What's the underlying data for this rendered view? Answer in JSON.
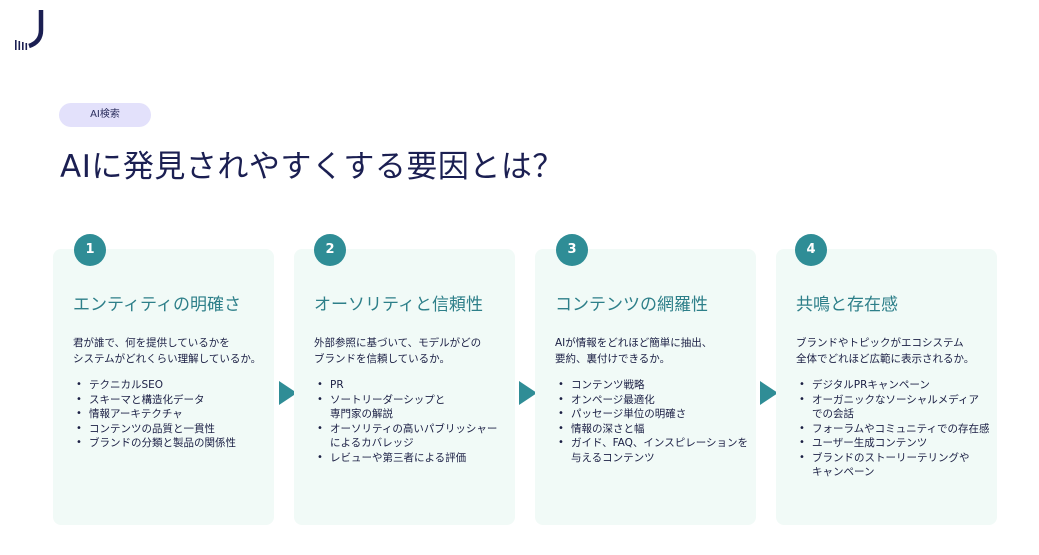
{
  "header": {
    "tag": "AI検索",
    "title": "AIに発見されやすくする要因とは？"
  },
  "colors": {
    "accent": "#2f8d96",
    "card_bg": "#f1faf7",
    "title": "#1b1f52",
    "tag_bg": "#e3e1fb"
  },
  "cards": [
    {
      "number": "1",
      "title": "エンティティの明確さ",
      "description": "君が誰で、何を提供しているかを\nシステムがどれくらい理解しているか。",
      "items": [
        "テクニカルSEO",
        "スキーマと構造化データ",
        "情報アーキテクチャ",
        "コンテンツの品質と一貫性",
        "ブランドの分類と製品の関係性"
      ]
    },
    {
      "number": "2",
      "title": "オーソリティと信頼性",
      "description": "外部参照に基づいて、モデルがどの\nブランドを信頼しているか。",
      "items": [
        "PR",
        "ソートリーダーシップと\n専門家の解説",
        "オーソリティの高いパブリッシャー\nによるカバレッジ",
        "レビューや第三者による評価"
      ]
    },
    {
      "number": "3",
      "title": "コンテンツの網羅性",
      "description": "AIが情報をどれほど簡単に抽出、\n要約、裏付けできるか。",
      "items": [
        "コンテンツ戦略",
        "オンページ最適化",
        "パッセージ単位の明確さ",
        "情報の深さと幅",
        "ガイド、FAQ、インスピレーションを\n与えるコンテンツ"
      ]
    },
    {
      "number": "4",
      "title": "共鳴と存在感",
      "description": "ブランドやトピックがエコシステム\n全体でどれほど広範に表示されるか。",
      "items": [
        "デジタルPRキャンペーン",
        "オーガニックなソーシャルメディア\nでの会話",
        "フォーラムやコミュニティでの存在感",
        "ユーザー生成コンテンツ",
        "ブランドのストーリーテリングや\nキャンペーン"
      ]
    }
  ]
}
